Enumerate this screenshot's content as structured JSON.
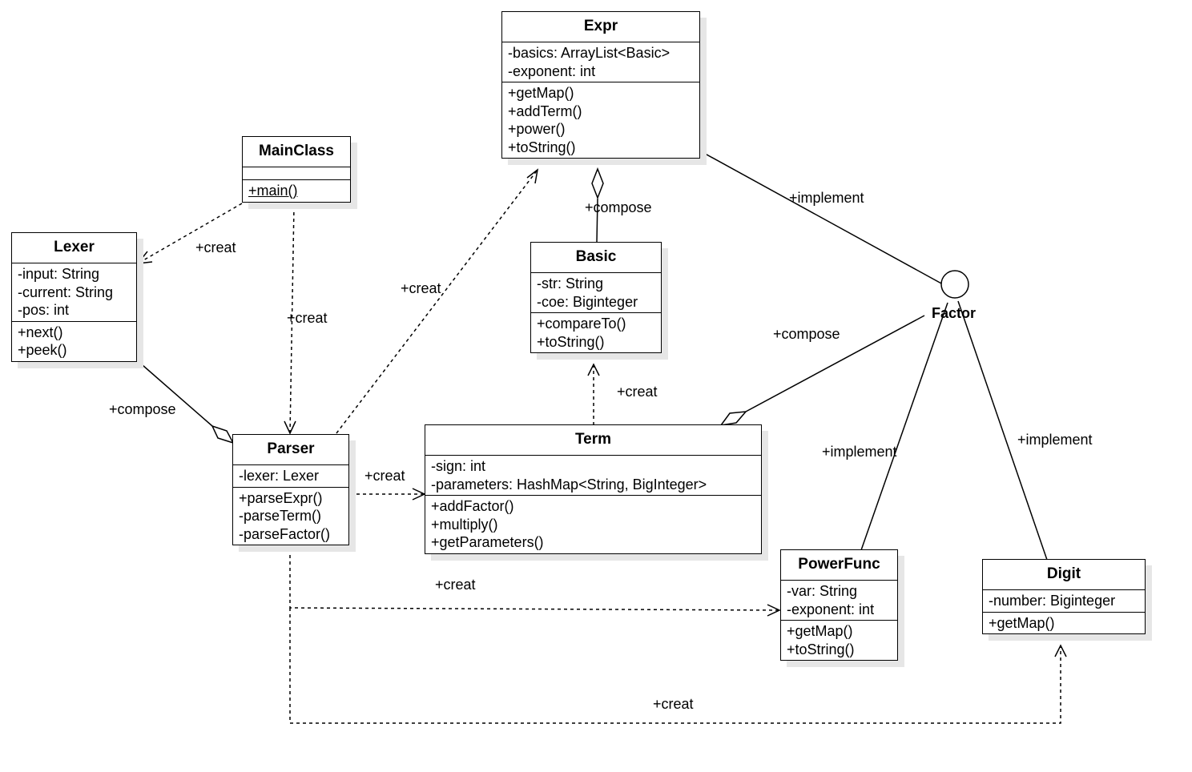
{
  "classes": {
    "expr": {
      "name": "Expr",
      "attributes": [
        "-basics: ArrayList<Basic>",
        "-exponent: int"
      ],
      "methods": [
        "+getMap()",
        "+addTerm()",
        "+power()",
        "+toString()"
      ]
    },
    "mainclass": {
      "name": "MainClass",
      "attributes": [],
      "methods": [
        "+main()"
      ]
    },
    "lexer": {
      "name": "Lexer",
      "attributes": [
        "-input: String",
        "-current: String",
        "-pos: int"
      ],
      "methods": [
        "+next()",
        "+peek()"
      ]
    },
    "basic": {
      "name": "Basic",
      "attributes": [
        "-str: String",
        "-coe: Biginteger"
      ],
      "methods": [
        "+compareTo()",
        "+toString()"
      ]
    },
    "parser": {
      "name": "Parser",
      "attributes": [
        "-lexer: Lexer"
      ],
      "methods": [
        "+parseExpr()",
        "-parseTerm()",
        "-parseFactor()"
      ]
    },
    "term": {
      "name": "Term",
      "attributes": [
        "-sign: int",
        "-parameters: HashMap<String, BigInteger>"
      ],
      "methods": [
        "+addFactor()",
        "+multiply()",
        "+getParameters()"
      ]
    },
    "powerfunc": {
      "name": "PowerFunc",
      "attributes": [
        "-var: String",
        "-exponent: int"
      ],
      "methods": [
        "+getMap()",
        "+toString()"
      ]
    },
    "digit": {
      "name": "Digit",
      "attributes": [
        "-number: Biginteger"
      ],
      "methods": [
        "+getMap()"
      ]
    }
  },
  "interface": {
    "name": "Factor"
  },
  "relations": {
    "main_lexer": "+creat",
    "main_parser": "+creat",
    "parser_expr": "+creat",
    "expr_basic": "+compose",
    "expr_factor": "+implement",
    "lexer_parser": "+compose",
    "term_basic": "+creat",
    "factor_term": "+compose",
    "parser_term": "+creat",
    "factor_powerfunc": "+implement",
    "factor_digit": "+implement",
    "parser_powerfunc": "+creat",
    "parser_digit": "+creat"
  },
  "colors": {
    "line": "#000000",
    "shadow": "#e6e6e6",
    "background": "#ffffff"
  }
}
